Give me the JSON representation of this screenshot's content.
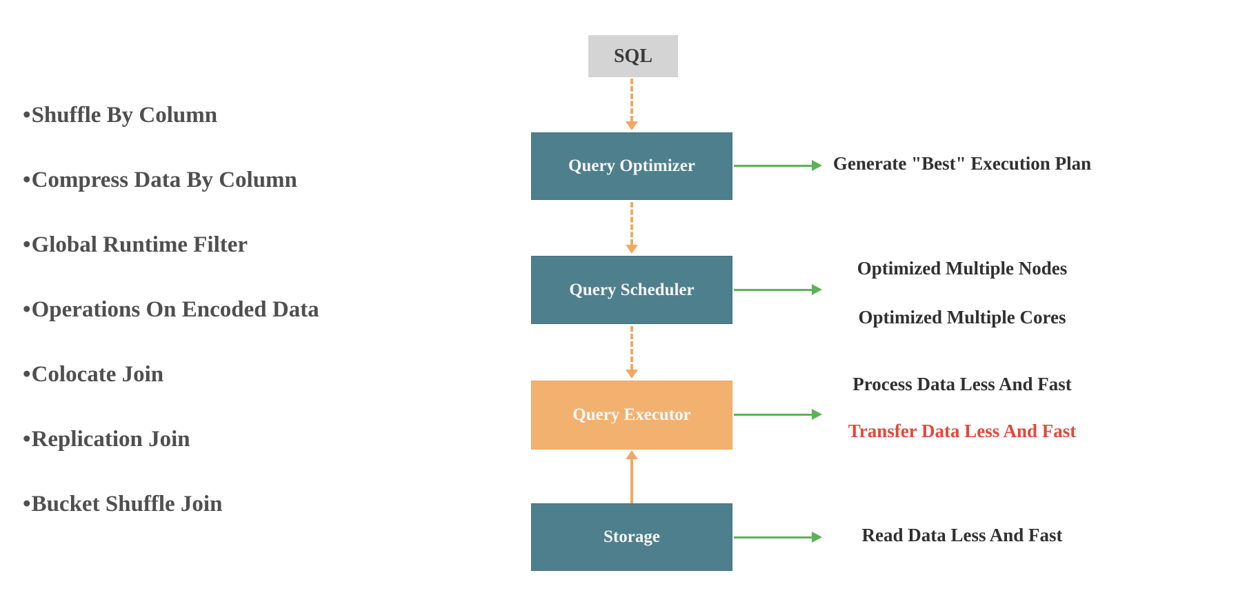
{
  "colors": {
    "node_teal": "#4e7f8d",
    "node_orange": "#f3b170",
    "node_gray": "#d4d4d4",
    "arrow_green": "#5cb257",
    "arrow_orange_dashed": "#f2a862",
    "text_dark_gray": "#4f4f4f",
    "text_black": "#303030",
    "text_red": "#e2483c"
  },
  "left_list": {
    "bullet": "•",
    "items": [
      "Shuffle By Column",
      "Compress Data By Column",
      "Global Runtime Filter",
      "Operations On Encoded Data",
      "Colocate Join",
      "Replication Join",
      "Bucket Shuffle Join"
    ]
  },
  "flow": {
    "nodes": [
      {
        "id": "sql",
        "label": "SQL"
      },
      {
        "id": "query-optimizer",
        "label": "Query Optimizer"
      },
      {
        "id": "query-scheduler",
        "label": "Query Scheduler"
      },
      {
        "id": "query-executor",
        "label": "Query Executor"
      },
      {
        "id": "storage",
        "label": "Storage"
      }
    ],
    "edges": [
      {
        "from": "sql",
        "to": "query-optimizer",
        "style": "dashed-orange-down"
      },
      {
        "from": "query-optimizer",
        "to": "query-scheduler",
        "style": "dashed-orange-down"
      },
      {
        "from": "query-scheduler",
        "to": "query-executor",
        "style": "dashed-orange-down"
      },
      {
        "from": "storage",
        "to": "query-executor",
        "style": "solid-orange-up"
      }
    ]
  },
  "annotations": {
    "optimizer": "Generate \"Best\" Execution Plan",
    "scheduler_line1": "Optimized Multiple Nodes",
    "scheduler_line2": "Optimized Multiple Cores",
    "executor_line1": "Process Data Less And Fast",
    "executor_line2": "Transfer Data Less And Fast",
    "storage": "Read Data Less And Fast"
  }
}
